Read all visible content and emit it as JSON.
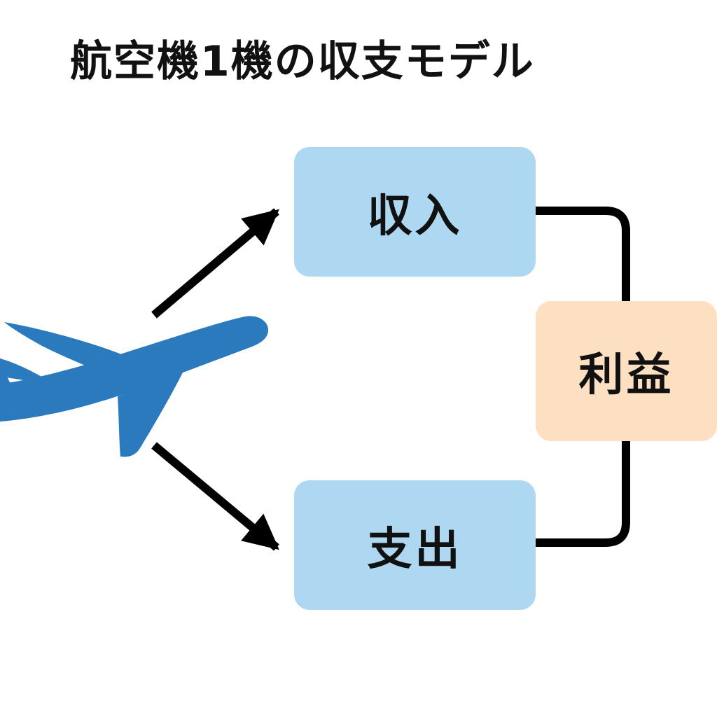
{
  "title": "航空機1機の収支モデル",
  "nodes": {
    "income": {
      "label": "収入",
      "color": "#aed8f1"
    },
    "expense": {
      "label": "支出",
      "color": "#aed8f1"
    },
    "profit": {
      "label": "利益",
      "color": "#fddfc2"
    }
  },
  "colors": {
    "airplane": "#2a7abd",
    "line": "#000000"
  },
  "icons": {
    "airplane": "airplane-icon"
  }
}
